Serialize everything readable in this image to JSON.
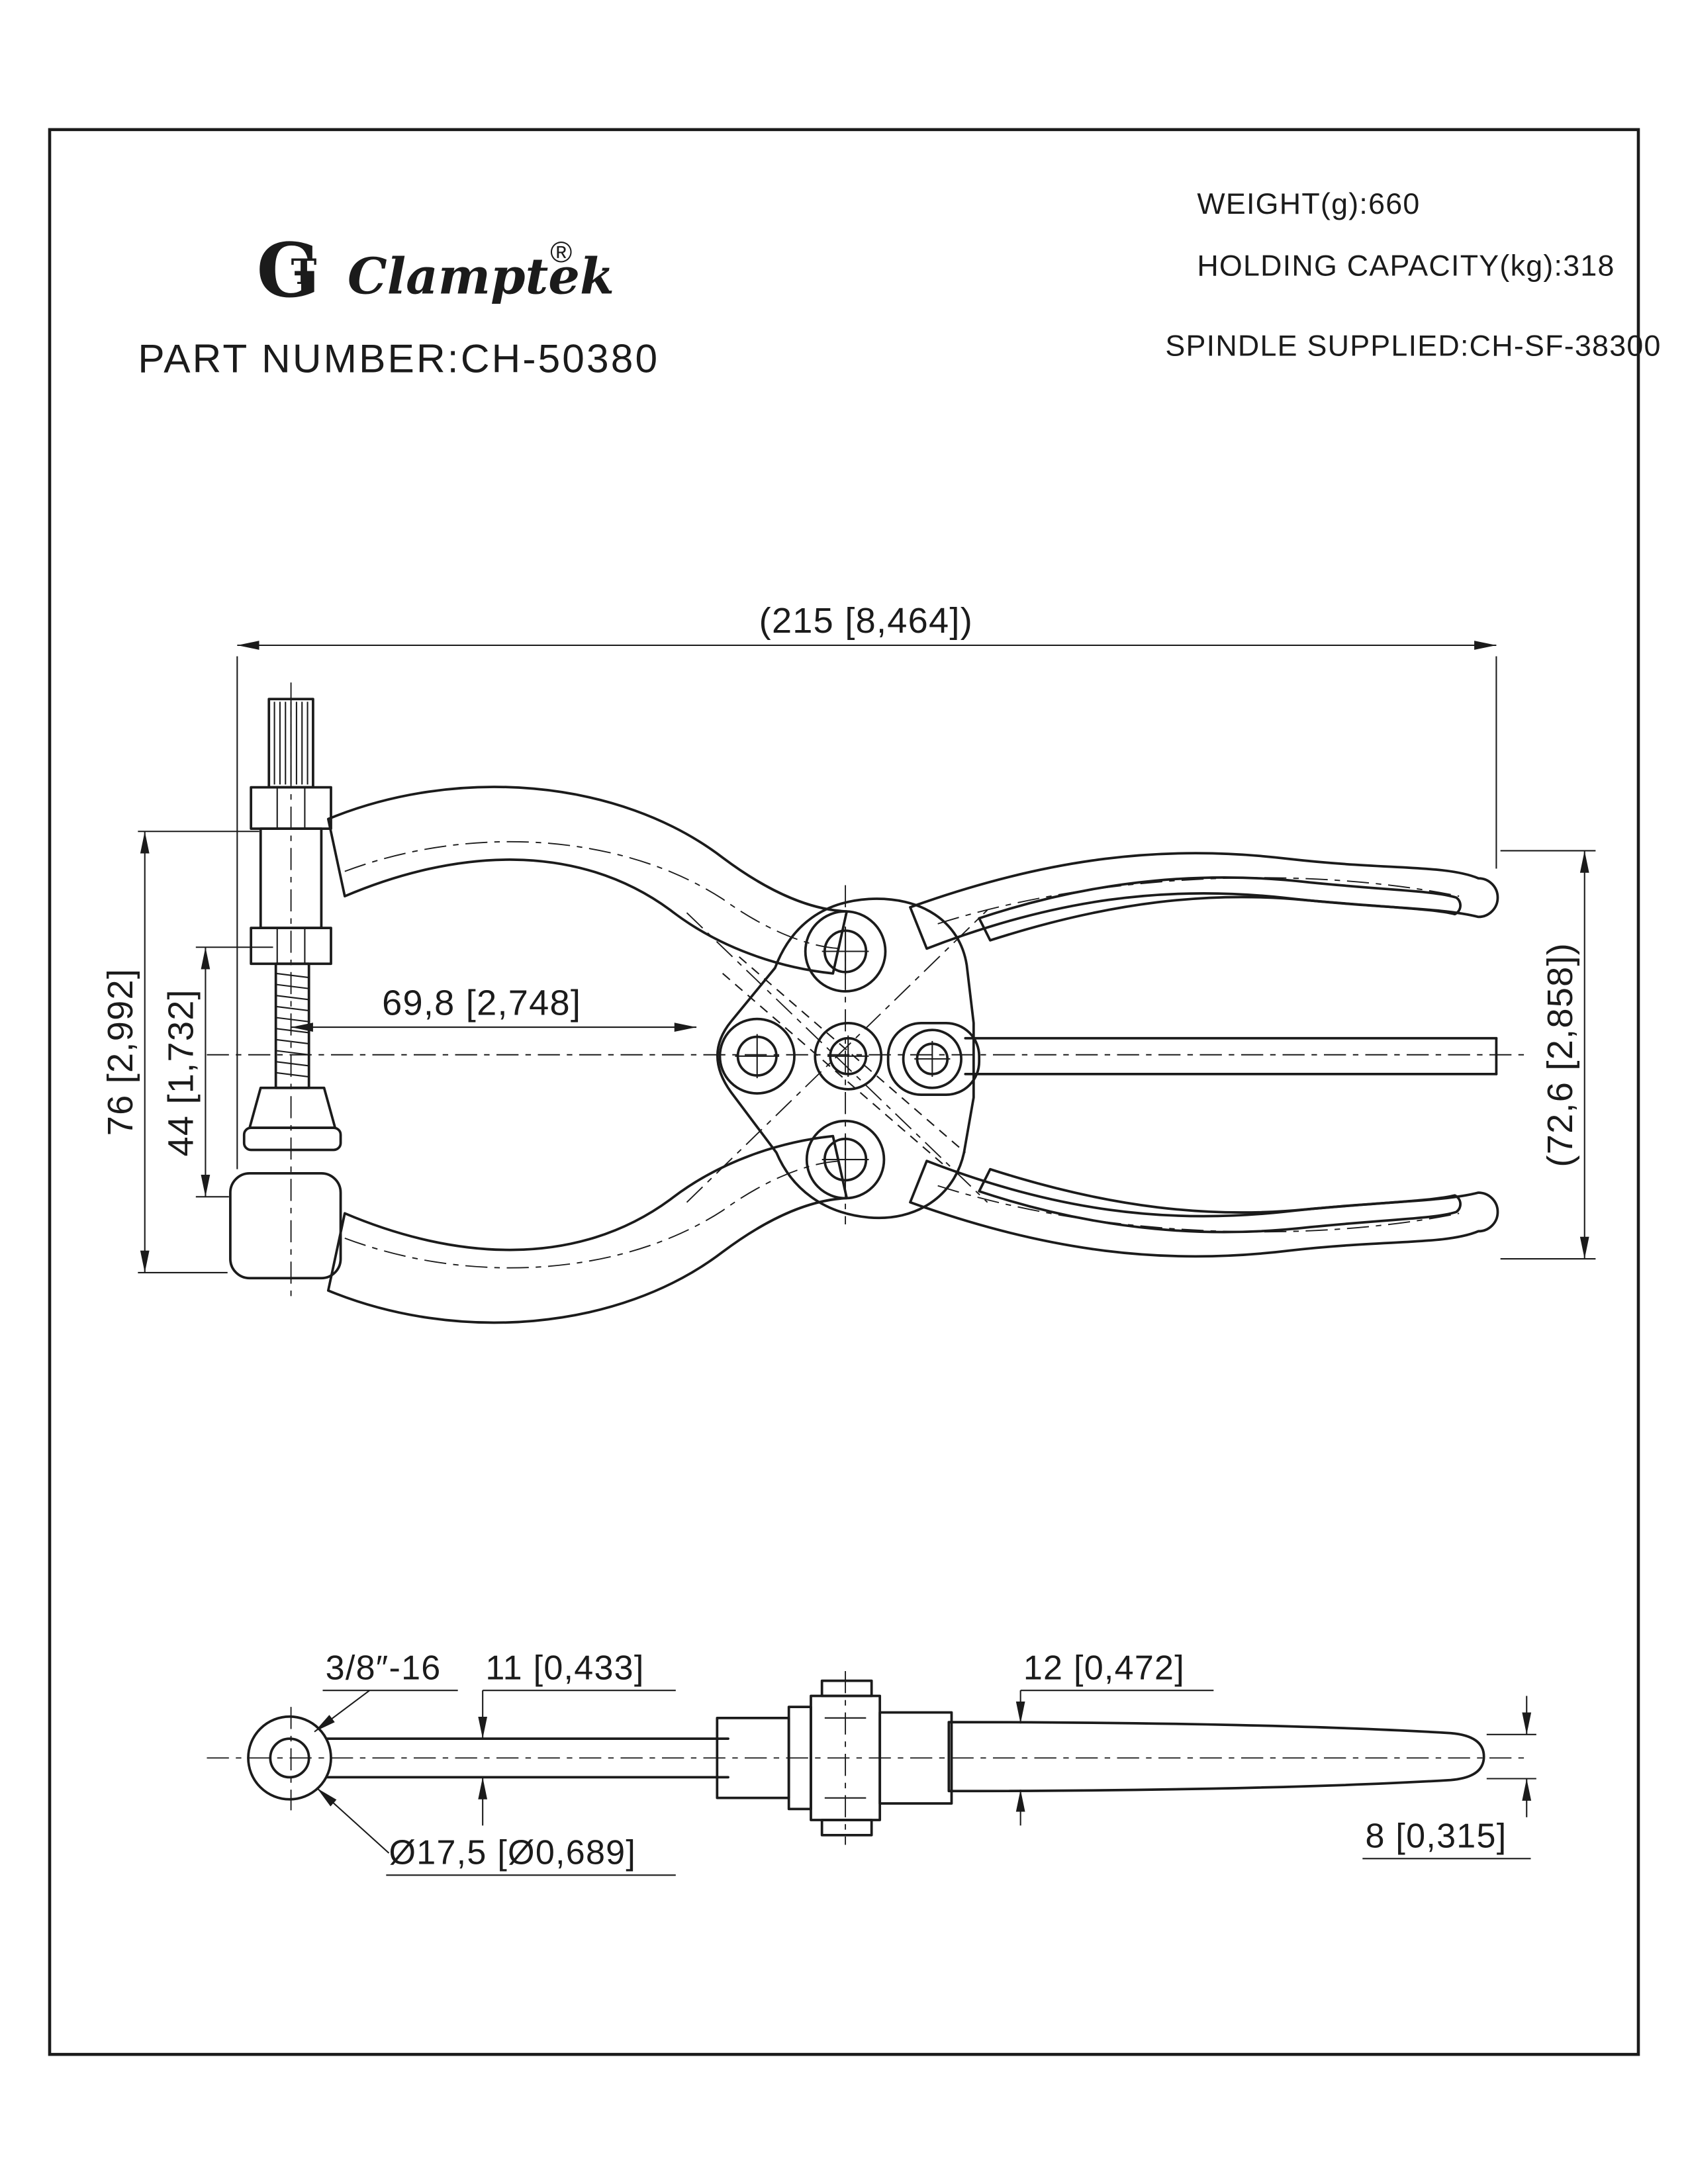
{
  "header": {
    "brand": "Clamptek",
    "reg": "®",
    "part_label": "PART NUMBER:",
    "part_number": "CH-50380",
    "weight": "WEIGHT(g):660",
    "holding": "HOLDING  CAPACITY(kg):318",
    "spindle": "SPINDLE  SUPPLIED:CH-SF-38300"
  },
  "logo": {
    "g": "G",
    "t": "T"
  },
  "dims": {
    "overall_width": "(215 [8,464])",
    "overall_height": "76 [2,992]",
    "inner_height": "44 [1,732]",
    "jaw_depth": "69,8 [2,748]",
    "handle_span": "(72,6 [2,858])",
    "thread": "3/8″-16",
    "bar_thickness": "11 [0,433]",
    "handle_thickness": "12 [0,472]",
    "ring_diameter": "Ø17,5 [Ø0,689]",
    "tip_thickness": "8 [0,315]"
  }
}
